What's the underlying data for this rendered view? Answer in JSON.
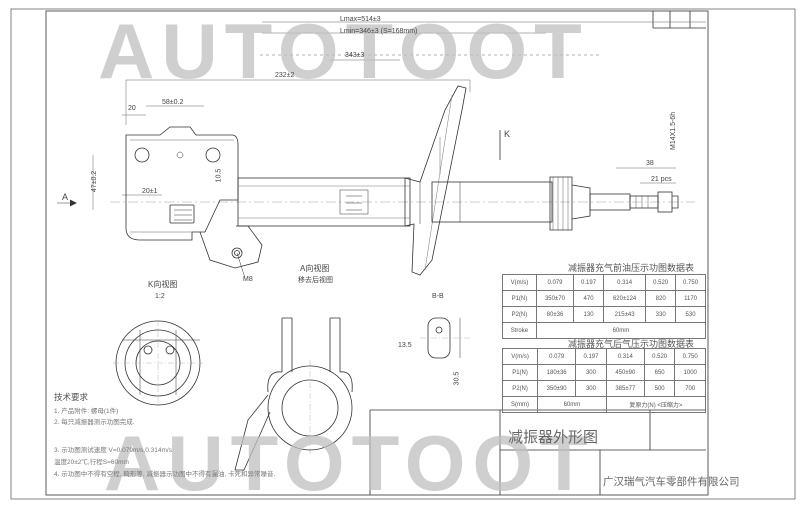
{
  "watermark": {
    "text": "AUTOTOOT"
  },
  "dimensions": {
    "lmax": "Lmax=514±3",
    "lmin": "Lmin=346±3 (S=168mm)",
    "d343": "343±3",
    "d232": "232±2",
    "d20": "20",
    "d58": "58±0.2",
    "d47": "47±0.2",
    "d20b": "20±1",
    "d105": "10.5",
    "d38": "38",
    "d21": "21 pcs",
    "m14": "M14X1.5-6h",
    "m8": "M8",
    "a": "A",
    "k": "K",
    "bb": "B-B",
    "d135": "13.5",
    "d305": "30.5"
  },
  "views": {
    "k_view": "K向视图",
    "k_scale": "1:2",
    "a_view": "A向视图",
    "a_scale": "移去后视图"
  },
  "table1": {
    "title": "减振器充气前油压示功图数据表",
    "header": [
      "V(m/s)",
      "0.079",
      "0.197",
      "0.314",
      "0.520",
      "0.750"
    ],
    "rows": [
      [
        "P1(N)",
        "350±70",
        "470",
        "620±124",
        "820",
        "1170"
      ],
      [
        "P2(N)",
        "80±36",
        "130",
        "215±43",
        "330",
        "530"
      ]
    ],
    "stroke_label": "Stroke",
    "stroke_value": "60mm"
  },
  "table2": {
    "title": "减振器充气后气压示功图数据表",
    "header": [
      "V(m/s)",
      "0.079",
      "0.197",
      "0.314",
      "0.520",
      "0.750"
    ],
    "rows": [
      [
        "P1(N)",
        "180±36",
        "300",
        "450±90",
        "650",
        "1000"
      ],
      [
        "P2(N)",
        "350±90",
        "300",
        "385±77",
        "500",
        "700"
      ]
    ],
    "stroke_label": "S(mm)",
    "stroke_value": "60mm",
    "note": "复原力(N) <压缩力>"
  },
  "requirements": {
    "title": "技术要求",
    "lines": [
      "1. 产品附件: 螺母(1件)",
      "2. 每只减振器测示功图完成.",
      "3. 示功图测试速度 V=0.079m/s,0.314m/s",
      "   温度20±2℃,行程S=60mm",
      "4. 示功图中不得有空程, 畸形等, 减振器示功图中不得有漏油, 卡死和异常噪音."
    ]
  },
  "title_block": {
    "drawing_name": "减振器外形图",
    "company": "广汉瑞气汽车零部件有限公司"
  }
}
